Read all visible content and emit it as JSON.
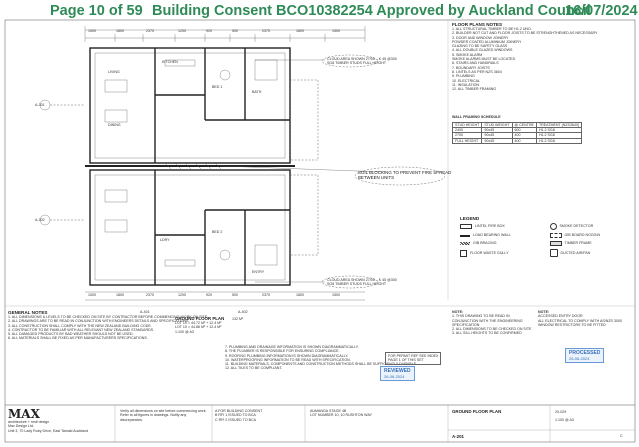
{
  "header": {
    "page_label": "Page 10 of 59",
    "approval_title": "Building Consent BCO10382254 Approved by Auckland Council",
    "date": "16/07/2024"
  },
  "colors": {
    "header_green": "#2e8b57",
    "stamp_blue": "#3a6fb8"
  },
  "floor_plan_notes": {
    "title": "FLOOR PLANS NOTES",
    "items": [
      "1. ALL STRUCTURAL TIMBER TO BE H1.2 UNO.",
      "2. BUILDER NOT CUT AND FLOOR JOISTS TO BE STRENGHTHENED AS NECESSARY",
      "3. DOOR AND WINDOW JOINERY",
      "   POWDER COATED ALUMINIUM JOINERY",
      "   GLAZING TO BE SAFETY GLASS",
      "4. ALL DOUBLE GLAZED WINDOWS",
      "5. SMOKE ALARM",
      "   SMOKE ALARMS MUST BE LOCATED",
      "6. STAIRS AND HANDRAILS",
      "7. BOUNDARY JOISTS",
      "8. LINTELS AS PER NZS 3604",
      "9. PLUMBING",
      "10. ELECTRICAL",
      "11. INSULATION",
      "12. ALL TIMBER FRAMING"
    ]
  },
  "wall_framing_table": {
    "title": "WALL FRAMING SCHEDULE",
    "headers": [
      "STUD HEIGHT",
      "STUD WEIGHT",
      "@ CENTRE",
      "TREATMENT (NZS3640)"
    ],
    "rows": [
      [
        "2400",
        "90x45",
        "600",
        "H1.2 SG8"
      ],
      [
        "2700",
        "90x45",
        "400",
        "H1.2 SG8"
      ],
      [
        "FULL HEIGHT",
        "90x45",
        "400",
        "H1.2 SG8"
      ]
    ]
  },
  "legend": {
    "title": "LEGEND",
    "items": [
      "LINTEL FIRE BOX",
      "SMOKE DETECTOR",
      "LOAD BEARING WALL",
      "GIB BOARD NOGGIN",
      "GIB BRACING",
      "TIMBER FRAME",
      "FLOOR WASTE GULLY",
      "DUCTED AIR/FAN"
    ]
  },
  "plan": {
    "title": "GROUND FLOOR PLAN",
    "area_label": "132 M²",
    "lot_info": [
      "LOT 10 = 44.72 M² + 12.4 M²",
      "LOT 10 = 44.86 M² + 12.4 M²"
    ],
    "scale": "1:100 @ A3",
    "callout_top": "CLOUD AREA SHOWN 27/05 – K 45 @300\nSG8 TIMBER STUDS FULL HEIGHT",
    "callout_fire": "SOIL BLOCKING TO PREVENT FIRE SPREAD BETWEEN UNITS",
    "callout_bottom": "CLOUD AREA SHOWN 27/05 – K 45 @300\nSG8 TIMBER STUDS FULL HEIGHT",
    "grid_top": [
      "1000",
      "1800",
      "2370",
      "1200",
      "920",
      "500",
      "2370",
      "1800",
      "1500"
    ],
    "grid_bottom": [
      "1000",
      "1800",
      "2370",
      "1200",
      "920",
      "500",
      "2370",
      "1800",
      "1500"
    ],
    "room_labels": [
      "LIVING",
      "DINING",
      "KITCHEN",
      "BED 1",
      "BED 2",
      "BATH",
      "LDRY",
      "ENTRY"
    ],
    "section_tags": [
      "A-301",
      "A-302",
      "A-401",
      "A-402"
    ]
  },
  "general_notes": {
    "title": "GENERAL NOTES",
    "items": [
      "1. ALL DIMENSIONS & LEVELS TO BE CHECKED ON SITE BY CONTRACTOR BEFORE COMMENCING WORK ON SITE.",
      "2. ALL DRAWINGS ARE TO BE READ IN CONJUNCTION WITH ENGINEERS DETAILS AND SPECIFICATIONS.",
      "3. ALL CONSTRUCTION SHALL COMPLY WITH THE NEW ZEALAND BUILDING CODE.",
      "4. CONTRACTOR TO BE FAMILIAR WITH ALL RELEVANT NEW ZEALAND STANDARDS.",
      "5. ALL DAMAGED PRODUCTS BY BAD WEATHER SHOULD NOT BE USED.",
      "6. ALL MATERIALS SHALL BE FIXED AS PER MANUFACTURERS SPECIFICATIONS."
    ],
    "col2": [
      "7. PLUMBING AND DRAINAGE INFORMATION IS SHOWN DIAGRAMMATICALLY.",
      "8. THE PLUMBER IS RESPONSIBLE FOR ENSURING COMPLIANCE.",
      "9. ROOFING PLUMBING INFORMATION IS SHOWN DIAGRAMMATICALLY.",
      "10. WATERPROOFING INFORMATION TO BE READ WITH SPECIFICATION.",
      "11. BUILDING MATERIALS, COMPONENTS AND CONSTRUCTION METHODS SHALL BE SUFFICIENTLY DURABLE.",
      "12. ALL TILES TO BE COMPLIANT."
    ]
  },
  "title_block": {
    "firm_name": "MAX",
    "firm_tagline": "architecture + resit design",
    "firm_address": "Max Design Ltd.\nUnit 3, 70 Lady Ruby Drive, East Tamaki Auckland",
    "disclaimer": "Verify all dimensions on site before commencing work. Refer to all figures in drawings. Notify any discrepancies.",
    "issue_list": [
      "A  FOR BUILDING CONSENT",
      "B  RFI 1 ISSUED TO BCA",
      "C  RFI 2 ISSUED TO BCA"
    ],
    "project": "AUMANGA STAGE 4B\nLOT NUMBER 10, 10 RUSHTON WAY",
    "drawing_title": "GROUND FLOOR PLAN",
    "drawing_number": "A-201",
    "job_number": "20-029",
    "scale_box": "1:100 @ A3",
    "revision": "C"
  },
  "stamps": {
    "processed": "PROCESSED",
    "processed_date": "26-06-2024",
    "reviewed": "REVIEWED",
    "reviewed_date": "26-06-2024"
  },
  "notes_right": {
    "title": "NOTE:",
    "items": [
      "1. THIS DRAWING TO BE READ IN CONJUNCTION WITH THE ENGINEERING SPECIFICATION",
      "2. ALL DIMENSIONS TO BE CHECKED ON SITE",
      "3. ALL SILL HEIGHTS TO BE CONFIRMED"
    ]
  },
  "notes_right2": {
    "title": "NOTE:",
    "items": [
      "ACCESSED ENTRY DOOR",
      "ALL ELECTRICAL TO COMPLY WITH AS/NZS 3000",
      "WINDOW RESTRICTORS TO BE FITTED"
    ]
  },
  "small_notes": [
    "FOR PERMIT REF SEE INDEX",
    "PAGE 1 OF THIS SET"
  ]
}
